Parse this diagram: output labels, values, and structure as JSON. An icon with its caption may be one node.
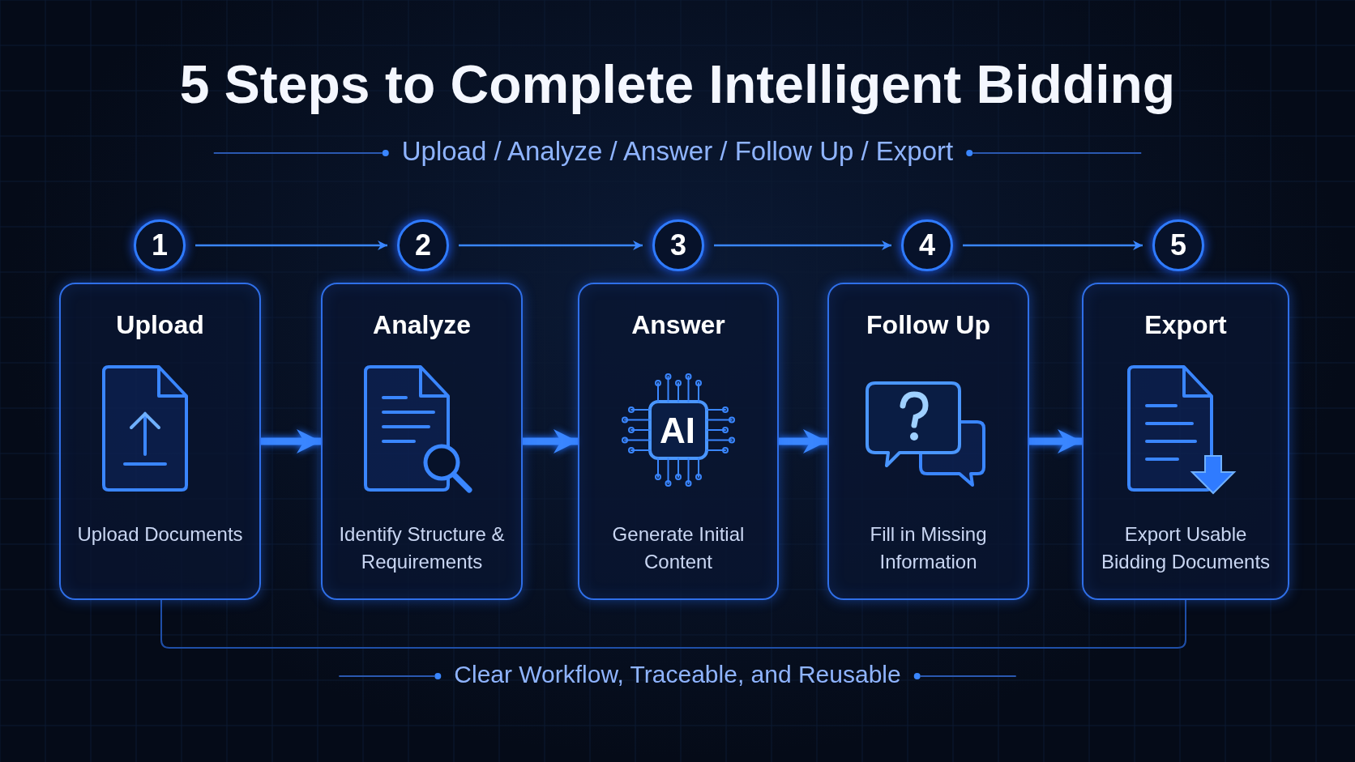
{
  "diagram": {
    "title": "5 Steps to Complete Intelligent Bidding",
    "nodes": [
      {
        "text": [
          "1"
        ]
      },
      {
        "text": [
          "2"
        ]
      },
      {
        "text": [
          "3"
        ]
      },
      {
        "text": [
          "4"
        ]
      },
      {
        "text": [
          "5"
        ]
      },
      {
        "text": [
          "Upload",
          "Upload Documents"
        ]
      },
      {
        "text": [
          "Analyze",
          "Identify Structure & Requirements"
        ]
      },
      {
        "text": [
          "Answer",
          "Generate Initial Content"
        ]
      },
      {
        "text": [
          "Follow Up",
          "Fill in Missing Information"
        ]
      },
      {
        "text": [
          "Export",
          "Export Usable Bidding Documents"
        ]
      }
    ],
    "edges": [
      {
        "from": 0,
        "to": 1,
        "arrow": "to"
      },
      {
        "from": 1,
        "to": 2,
        "arrow": "to"
      },
      {
        "from": 2,
        "to": 3,
        "arrow": "to"
      },
      {
        "from": 3,
        "to": 4,
        "arrow": "to"
      },
      {
        "from": 5,
        "to": 6,
        "arrow": "to",
        "style": "thick"
      },
      {
        "from": 6,
        "to": 7,
        "arrow": "to",
        "style": "thick"
      },
      {
        "from": 7,
        "to": 8,
        "arrow": "to",
        "style": "thick"
      },
      {
        "from": 8,
        "to": 9,
        "arrow": "to",
        "style": "thick"
      }
    ],
    "labels": [
      "Upload / Analyze / Answer / Follow Up / Export",
      "AI",
      "Clear Workflow, Traceable, and Reusable"
    ]
  }
}
